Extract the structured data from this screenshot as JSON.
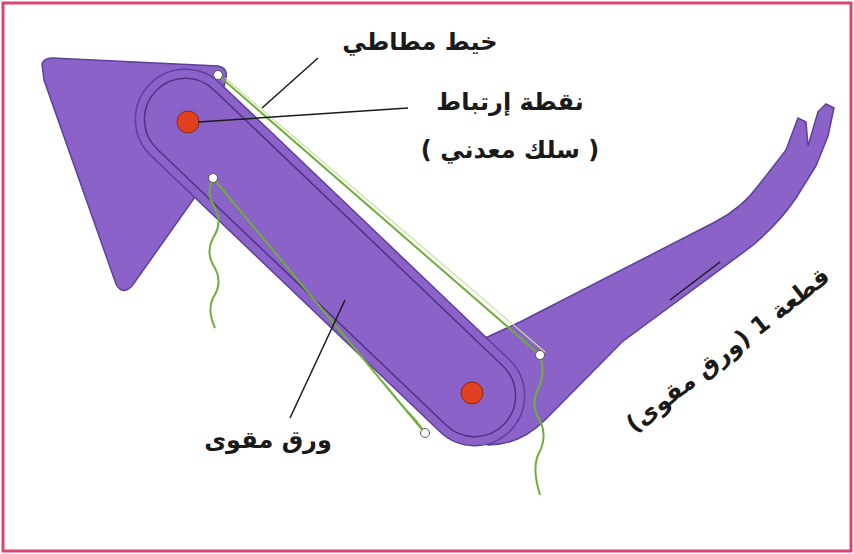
{
  "diagram": {
    "labels": [
      "خيط مطاطي",
      "نقطة إرتباط",
      "( سلك معدني )",
      "ورق مقوى",
      "قطعة 1 (ورق مقوى)"
    ]
  }
}
